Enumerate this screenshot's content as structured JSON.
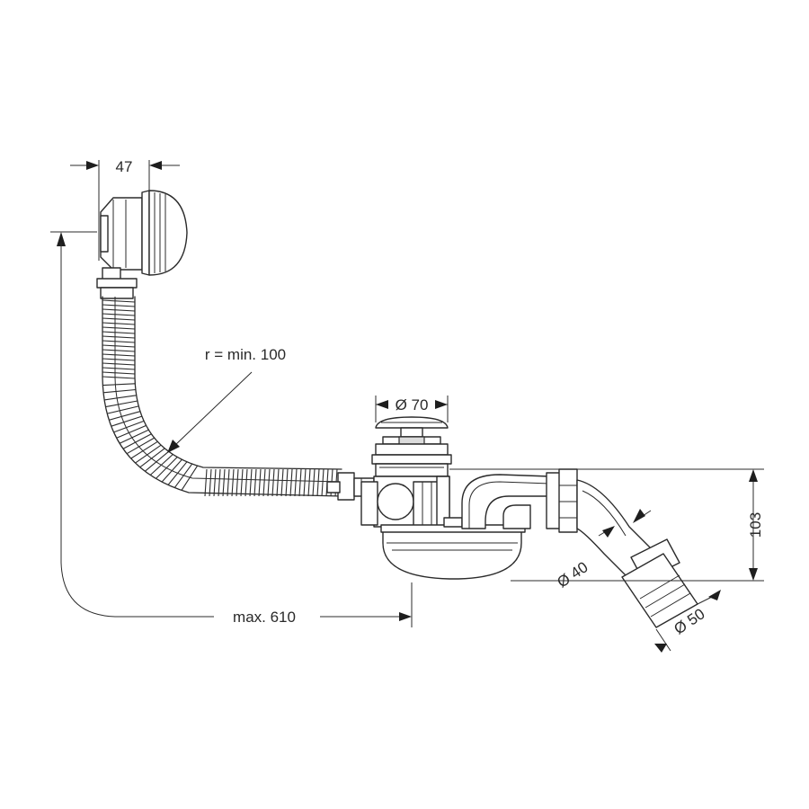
{
  "dimensions": {
    "overflow_width": "47",
    "height_above_floor": "103",
    "outlet_diameter_inner": "Ø 40",
    "outlet_diameter_outer": "Ø 50",
    "waste_diameter": "Ø 70",
    "bend_radius": "r = min. 100",
    "max_length": "max. 610"
  },
  "colors": {
    "line": "#2b2b2b",
    "text": "#2a2a2a",
    "background": "#ffffff"
  }
}
